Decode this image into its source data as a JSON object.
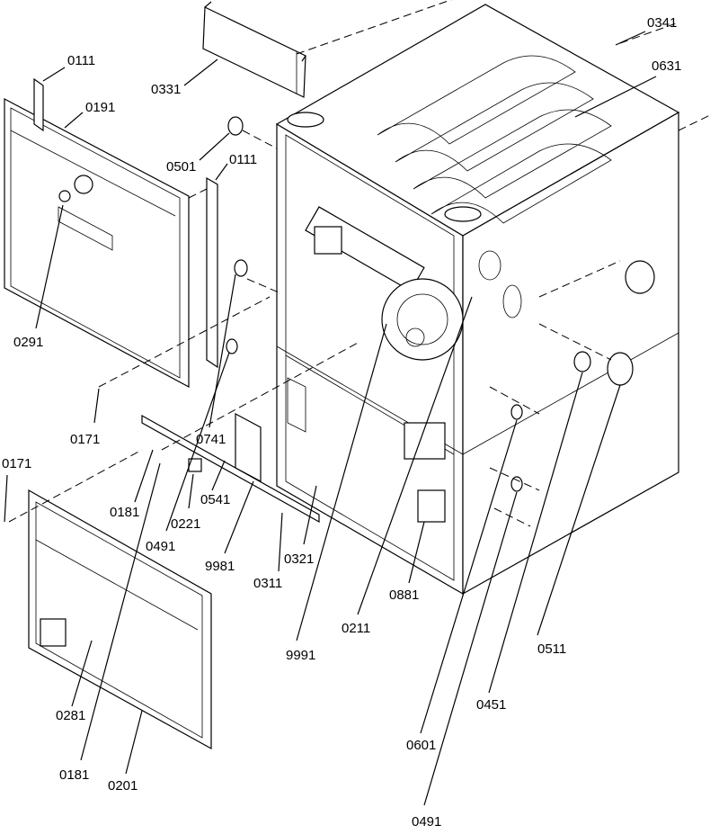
{
  "labels": {
    "l0341": "0341",
    "l0631": "0631",
    "l0331": "0331",
    "l0111a": "0111",
    "l0191": "0191",
    "l0501": "0501",
    "l0111b": "0111",
    "l0291": "0291",
    "l0171a": "0171",
    "l0741": "0741",
    "l0171b": "0171",
    "l0181a": "0181",
    "l0221": "0221",
    "l0541": "0541",
    "l0491a": "0491",
    "l9981": "9981",
    "l0311": "0311",
    "l0321": "0321",
    "l0881": "0881",
    "l0211": "0211",
    "l9991": "9991",
    "l0511": "0511",
    "l0451": "0451",
    "l0281": "0281",
    "l0181b": "0181",
    "l0201": "0201",
    "l0601": "0601",
    "l0491b": "0491"
  }
}
